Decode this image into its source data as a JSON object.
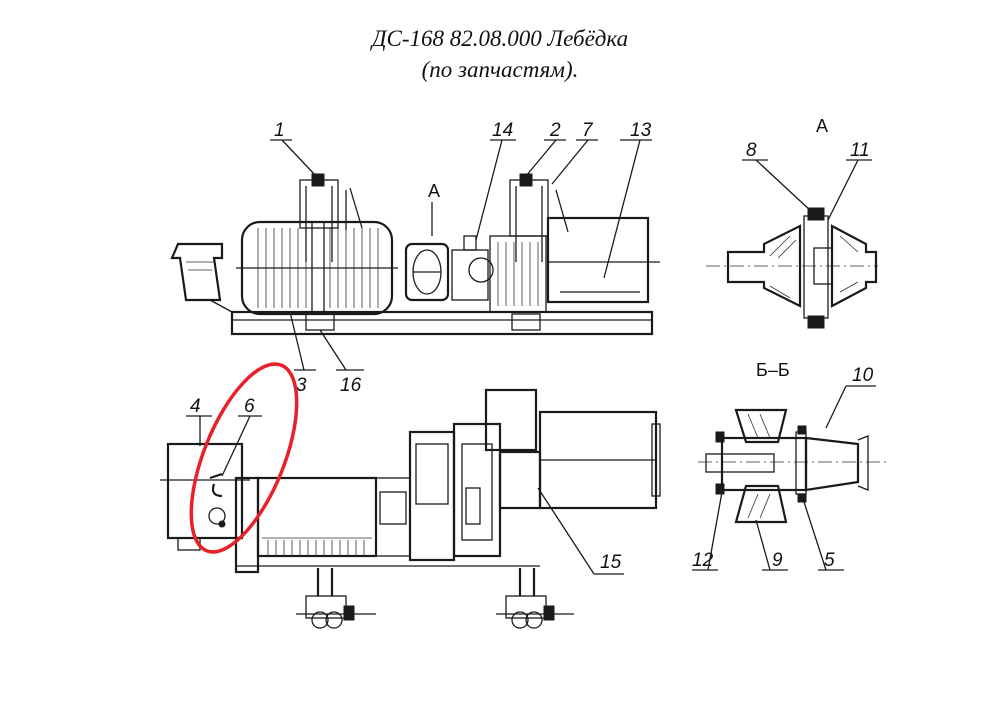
{
  "title": {
    "line1": "ДС-168 82.08.000 Лебёдка",
    "line2": "(по запчастям)."
  },
  "views": {
    "detail_a": "А",
    "section_bb": "Б–Б",
    "view_a_marker": "А"
  },
  "callouts": {
    "c1": "1",
    "c2": "2",
    "c7": "7",
    "c13": "13",
    "c14": "14",
    "c3": "3",
    "c16": "16",
    "c4": "4",
    "c6": "6",
    "c15": "15",
    "c8": "8",
    "c11": "11",
    "c10": "10",
    "c12": "12",
    "c9": "9",
    "c5": "5"
  },
  "highlight": {
    "color": "#e8202a",
    "target": "6"
  }
}
